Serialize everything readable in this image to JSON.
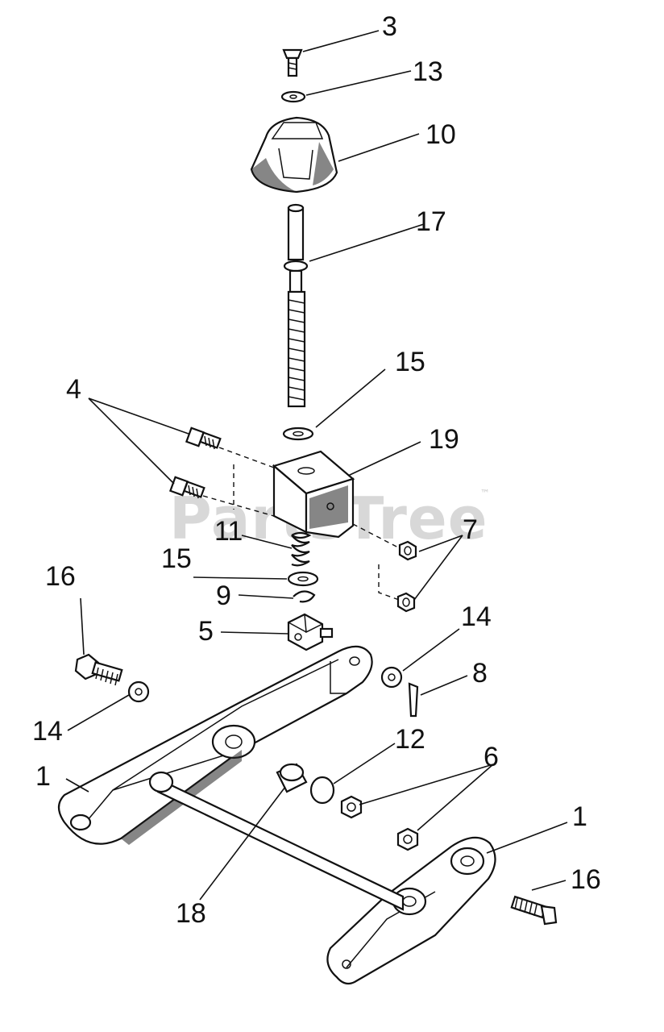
{
  "watermark": {
    "text": "PartsTree",
    "trademark": "™"
  },
  "callouts": [
    {
      "id": "c3a",
      "label": "3"
    },
    {
      "id": "c13",
      "label": "13"
    },
    {
      "id": "c10",
      "label": "10"
    },
    {
      "id": "c17",
      "label": "17"
    },
    {
      "id": "c15a",
      "label": "15"
    },
    {
      "id": "c19",
      "label": "19"
    },
    {
      "id": "c4",
      "label": "4"
    },
    {
      "id": "c11",
      "label": "11"
    },
    {
      "id": "c15b",
      "label": "15"
    },
    {
      "id": "c7",
      "label": "7"
    },
    {
      "id": "c16a",
      "label": "16"
    },
    {
      "id": "c9",
      "label": "9"
    },
    {
      "id": "c5",
      "label": "5"
    },
    {
      "id": "c14a",
      "label": "14"
    },
    {
      "id": "c8",
      "label": "8"
    },
    {
      "id": "c14b",
      "label": "14"
    },
    {
      "id": "c12",
      "label": "12"
    },
    {
      "id": "c6",
      "label": "6"
    },
    {
      "id": "c1a",
      "label": "1"
    },
    {
      "id": "c1b",
      "label": "1"
    },
    {
      "id": "c16b",
      "label": "16"
    },
    {
      "id": "c18",
      "label": "18"
    }
  ]
}
